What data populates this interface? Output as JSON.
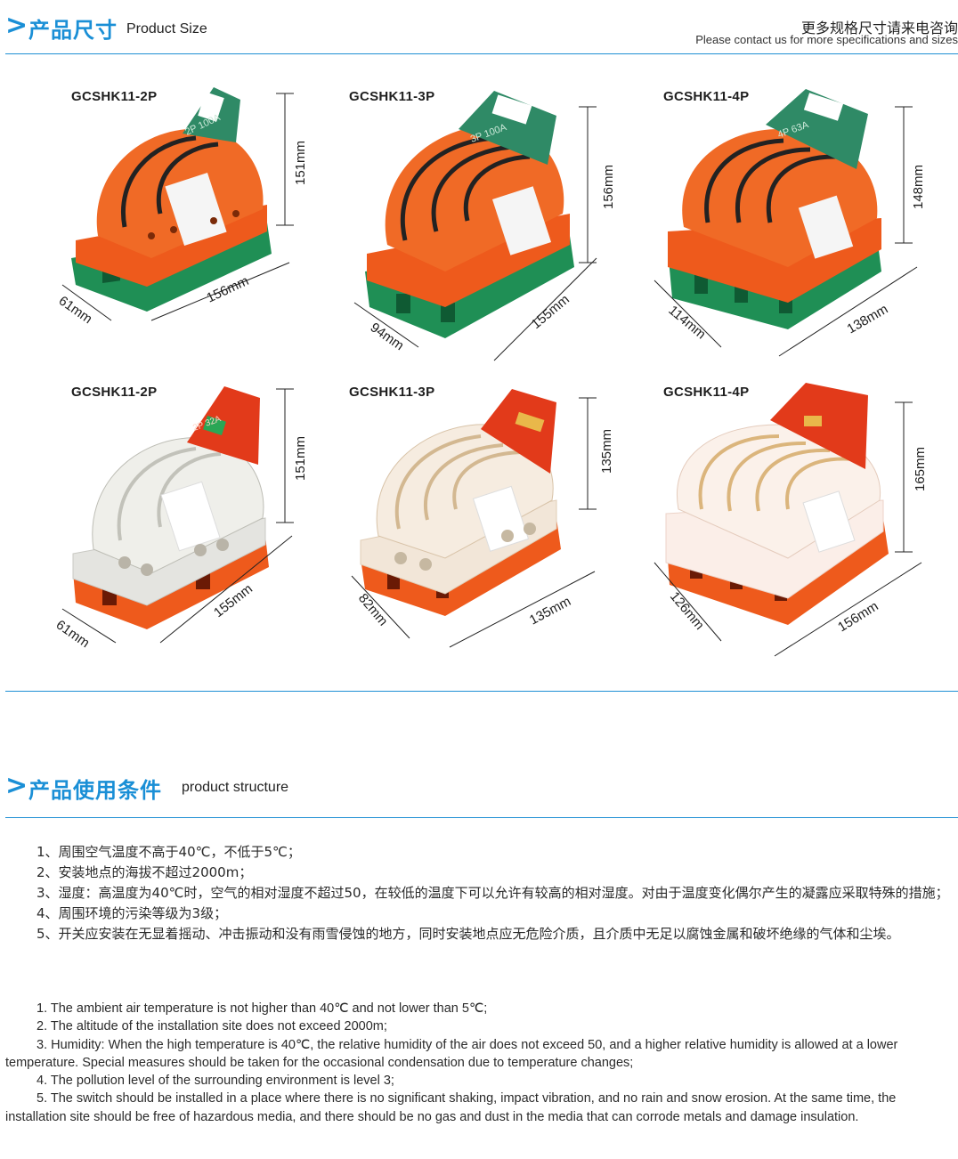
{
  "section1": {
    "title_cn": "产品尺寸",
    "title_en": "Product Size",
    "note_cn": "更多规格尺寸请来电咨询",
    "note_en": "Please contact us for more specifications and sizes"
  },
  "products": [
    {
      "model": "GCSHK11-2P",
      "height": "151mm",
      "depth": "61mm",
      "width": "156mm",
      "handle_label": "2P 100A"
    },
    {
      "model": "GCSHK11-3P",
      "height": "156mm",
      "depth": "94mm",
      "width": "155mm",
      "handle_label": "3P 100A"
    },
    {
      "model": "GCSHK11-4P",
      "height": "148mm",
      "depth": "114mm",
      "width": "138mm",
      "handle_label": "4P 63A"
    },
    {
      "model": "GCSHK11-2P",
      "height": "151mm",
      "depth": "61mm",
      "width": "155mm",
      "handle_label": "2P 32A"
    },
    {
      "model": "GCSHK11-3P",
      "height": "135mm",
      "depth": "82mm",
      "width": "135mm",
      "handle_label": ""
    },
    {
      "model": "GCSHK11-4P",
      "height": "165mm",
      "depth": "126mm",
      "width": "156mm",
      "handle_label": ""
    }
  ],
  "section2": {
    "title_cn": "产品使用条件",
    "title_en": "product structure"
  },
  "conditions_cn": [
    "1、周围空气温度不高于40℃，不低于5℃；",
    "2、安装地点的海拔不超过2000m；",
    "3、湿度：高温度为40℃时，空气的相对湿度不超过50，在较低的温度下可以允许有较高的相对湿度。对由于温度变化偶尔产生的凝露应采取特殊的措施；",
    "4、周围环境的污染等级为3级；",
    "5、开关应安装在无显着摇动、冲击振动和没有雨雪侵蚀的地方，同时安装地点应无危险介质，且介质中无足以腐蚀金属和破坏绝缘的气体和尘埃。"
  ],
  "conditions_en": [
    "1. The ambient air temperature is not higher than 40℃ and not lower than 5℃;",
    "2. The altitude of the installation site does not exceed 2000m;",
    "3. Humidity: When the high temperature is 40℃, the relative humidity of the air does not exceed 50, and a higher relative humidity is allowed at a lower temperature. Special measures should be taken for the occasional condensation due to temperature changes;",
    "4. The pollution level of the surrounding environment is level 3;",
    "5. The switch should be installed in a place where there is no significant shaking, impact vibration, and no rain and snow erosion. At the same time, the installation site should be free of hazardous media, and there should be no gas and dust in the media that can corrode metals and damage insulation."
  ],
  "colors": {
    "accent_blue": "#1a8fd6",
    "orange": "#ee5a1c",
    "green": "#1f8f55",
    "handle_green": "#2f8a66",
    "handle_red": "#e23a1a"
  }
}
